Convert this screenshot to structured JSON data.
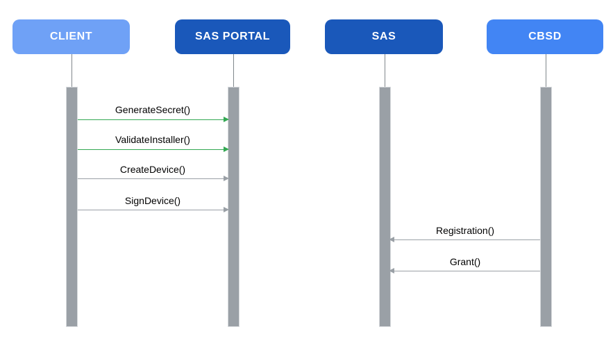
{
  "diagram_type": "sequence-diagram",
  "colors": {
    "green": "#34a853",
    "gray_text": "#5f6368",
    "gray_arrow": "#9aa0a6",
    "bar_fill": "#9aa0a6",
    "lifeline": "#80868b"
  },
  "actors": [
    {
      "label": "CLIENT",
      "color": "#6fa1f6"
    },
    {
      "label": "SAS PORTAL",
      "color": "#1a58ba"
    },
    {
      "label": "SAS",
      "color": "#1a58ba"
    },
    {
      "label": "CBSD",
      "color": "#4285f4"
    }
  ],
  "messages": [
    {
      "label": "GenerateSecret()",
      "from": "CLIENT",
      "to": "SAS PORTAL",
      "direction": "right",
      "style": "green"
    },
    {
      "label": "ValidateInstaller()",
      "from": "CLIENT",
      "to": "SAS PORTAL",
      "direction": "right",
      "style": "green"
    },
    {
      "label": "CreateDevice()",
      "from": "CLIENT",
      "to": "SAS PORTAL",
      "direction": "right",
      "style": "gray"
    },
    {
      "label": "SignDevice()",
      "from": "CLIENT",
      "to": "SAS PORTAL",
      "direction": "right",
      "style": "gray"
    },
    {
      "label": "Registration()",
      "from": "CBSD",
      "to": "SAS",
      "direction": "left",
      "style": "gray"
    },
    {
      "label": "Grant()",
      "from": "CBSD",
      "to": "SAS",
      "direction": "left",
      "style": "gray"
    }
  ]
}
